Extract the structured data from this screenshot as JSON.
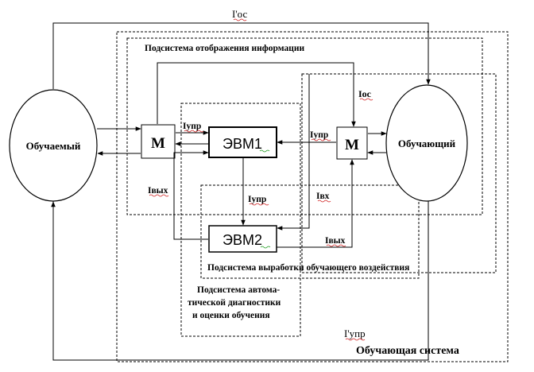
{
  "labels": {
    "i_os_top": "I'ос",
    "subsystem_display": "Подсистема отображения информации",
    "i_os": "Iос",
    "i_upr_left": "Iупр",
    "i_upr_right": "Iупр",
    "i_vyh_left": "Iвых",
    "i_vh": "Iвх",
    "i_upr_mid": "Iупр",
    "i_vyh_right": "Iвых",
    "subsystem_generation": "Подсистема выработки обучающего воздействия",
    "subsystem_diag_1": "Подсистема автома-",
    "subsystem_diag_2": "тической диагностики",
    "subsystem_diag_3": "и оценки обучения",
    "i_upr_bottom": "I'упр",
    "training_system": "Обучающая система"
  },
  "nodes": {
    "learner": "Обучаемый",
    "teacher": "Обучающий",
    "m_left": "М",
    "m_right": "М",
    "evm1": "ЭВМ1",
    "evm2": "ЭВМ2"
  }
}
